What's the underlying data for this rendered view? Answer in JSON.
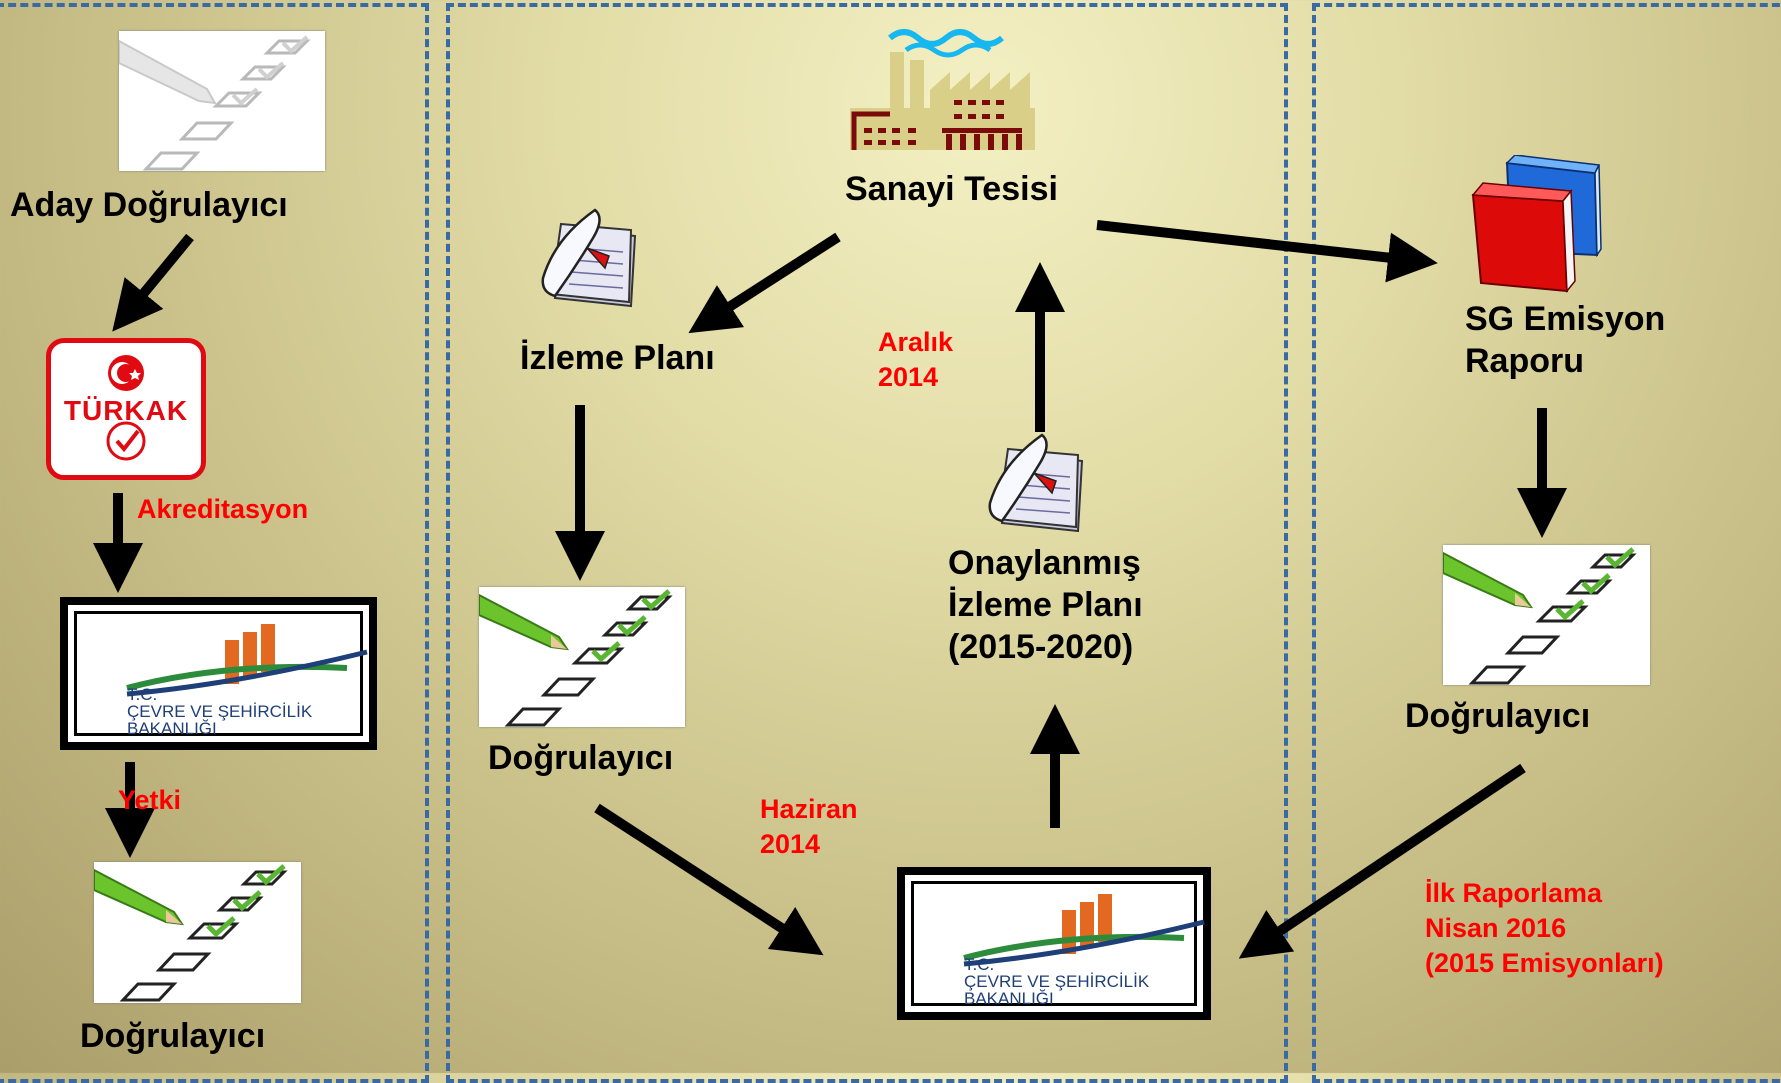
{
  "left": {
    "candidate_label": "Aday Doğrulayıcı",
    "turkak_logo_text": "TÜRKAK",
    "accreditation_label": "Akreditasyon",
    "ministry_logo": {
      "line1": "T.C.",
      "line2": "ÇEVRE VE ŞEHİRCİLİK",
      "line3": "BAKANLIĞI"
    },
    "authorization_label": "Yetki",
    "verifier_label": "Doğrulayıcı"
  },
  "middle": {
    "facility_label": "Sanayi Tesisi",
    "monitoring_plan_label": "İzleme Planı",
    "verifier_label": "Doğrulayıcı",
    "june_label": [
      "Haziran",
      "2014"
    ],
    "december_label": [
      "Aralık",
      "2014"
    ],
    "approved_plan_label": [
      "Onaylanmış",
      "İzleme Planı",
      "(2015-2020)"
    ],
    "ministry_logo": {
      "line1": "T.C.",
      "line2": "ÇEVRE VE ŞEHİRCİLİK",
      "line3": "BAKANLIĞI"
    }
  },
  "right": {
    "report_label": [
      "SG Emisyon",
      "Raporu"
    ],
    "verifier_label": "Doğrulayıcı",
    "first_report_label": [
      "İlk Raporlama",
      "Nisan 2016",
      "(2015 Emisyonları)"
    ]
  },
  "icons": {
    "checklist": "checklist-pencil-icon",
    "document": "document-pages-icon",
    "factory": "factory-icon",
    "books": "books-icon",
    "turkak": "turkak-logo",
    "ministry": "ministry-logo"
  },
  "colors": {
    "panel_border": "#3a6aa3",
    "annotation": "#ff0000",
    "arrow": "#000000"
  }
}
